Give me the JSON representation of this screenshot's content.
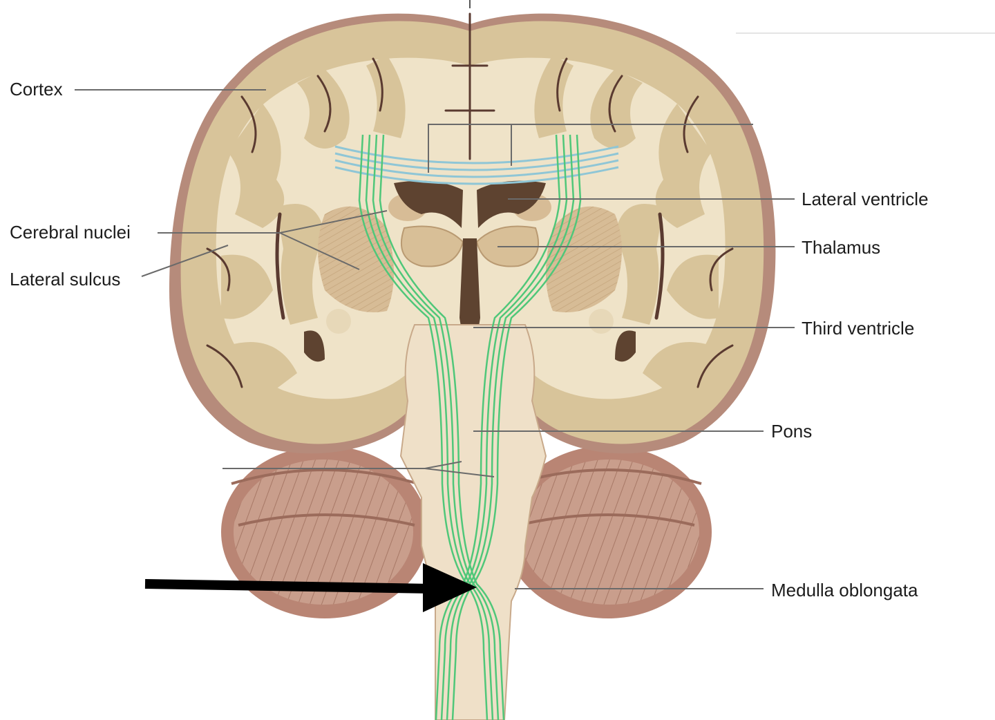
{
  "labels": {
    "cortex": "Cortex",
    "cerebral_nuclei": "Cerebral nuclei",
    "lateral_sulcus": "Lateral sulcus",
    "lateral_ventricle": "Lateral ventricle",
    "thalamus": "Thalamus",
    "third_ventricle": "Third ventricle",
    "pons": "Pons",
    "medulla_oblongata": "Medulla oblongata"
  },
  "colors": {
    "cortex": "#d8c49a",
    "white_matter": "#efe3c8",
    "outer_surface": "#b58a7a",
    "cerebellum": "#c79a88",
    "ventricle": "#5e4330",
    "tract": "#4fc779",
    "corpus_callosum": "#8fc6d6",
    "brainstem": "#efe0c8",
    "arrow": "#000000",
    "leader_line": "#6a6a6a"
  },
  "icons": {
    "pointer": "arrow-right-icon"
  }
}
